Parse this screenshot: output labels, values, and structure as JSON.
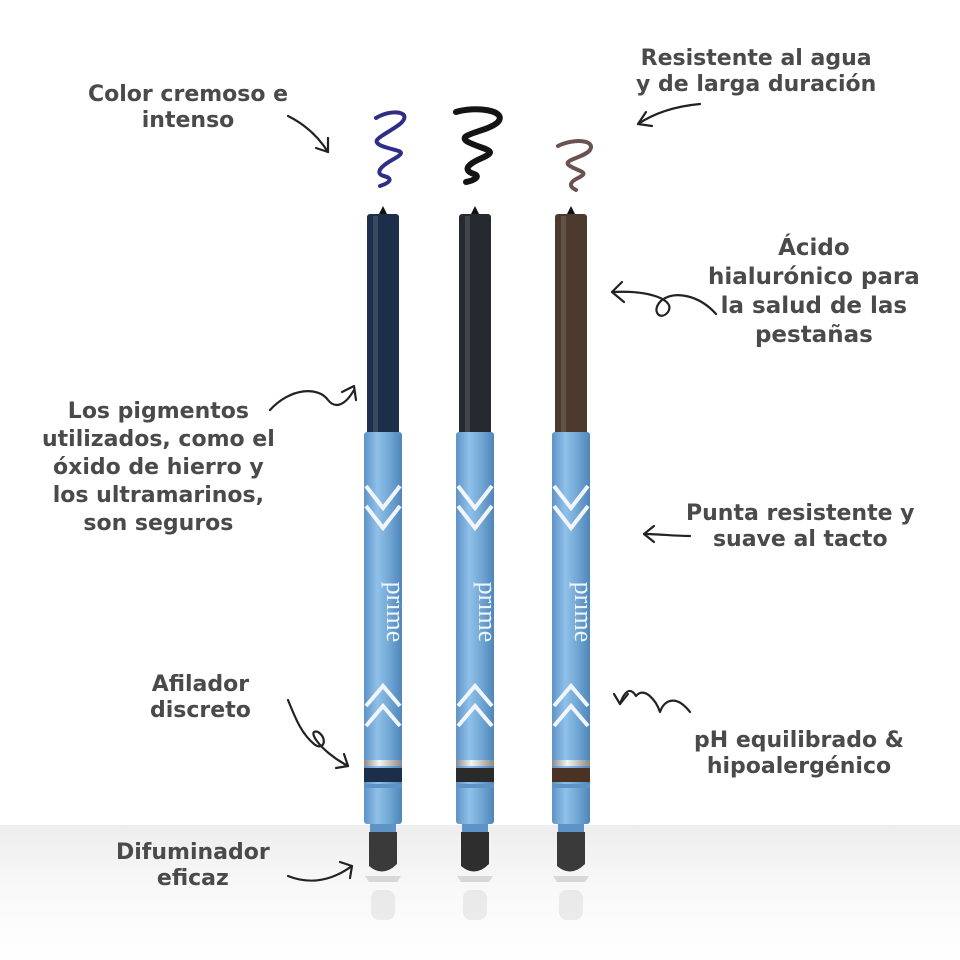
{
  "pencils": [
    {
      "lead": "#1c2f4a",
      "band": "#1c2f4a",
      "tip": "#3a3a3a",
      "swatch": "#2f2e86"
    },
    {
      "lead": "#262a30",
      "band": "#2a2a2a",
      "tip": "#2e2e2e",
      "swatch": "#141414"
    },
    {
      "lead": "#4d3a2f",
      "band": "#4a3325",
      "tip": "#3a3a3a",
      "swatch": "#6a5250"
    }
  ],
  "barrel_color": "#77abd9",
  "brand": "prime",
  "labels": {
    "color_cremoso": [
      "Color cremoso e",
      "intenso"
    ],
    "resistente_agua": [
      "Resistente al agua",
      "y de larga duración"
    ],
    "acido_hialuronico": [
      "Ácido",
      "hialurónico para",
      "la salud de las",
      "pestañas"
    ],
    "pigmentos": [
      "Los pigmentos",
      "utilizados, como el",
      "óxido de hierro y",
      "los ultramarinos,",
      "son seguros"
    ],
    "punta_resistente": [
      "Punta resistente y",
      "suave al tacto"
    ],
    "afilador": [
      "Afilador",
      "discreto"
    ],
    "ph_equilibrado": [
      "pH equilibrado &",
      "hipoalergénico"
    ],
    "difuminador": [
      "Difuminador",
      "eficaz"
    ]
  }
}
